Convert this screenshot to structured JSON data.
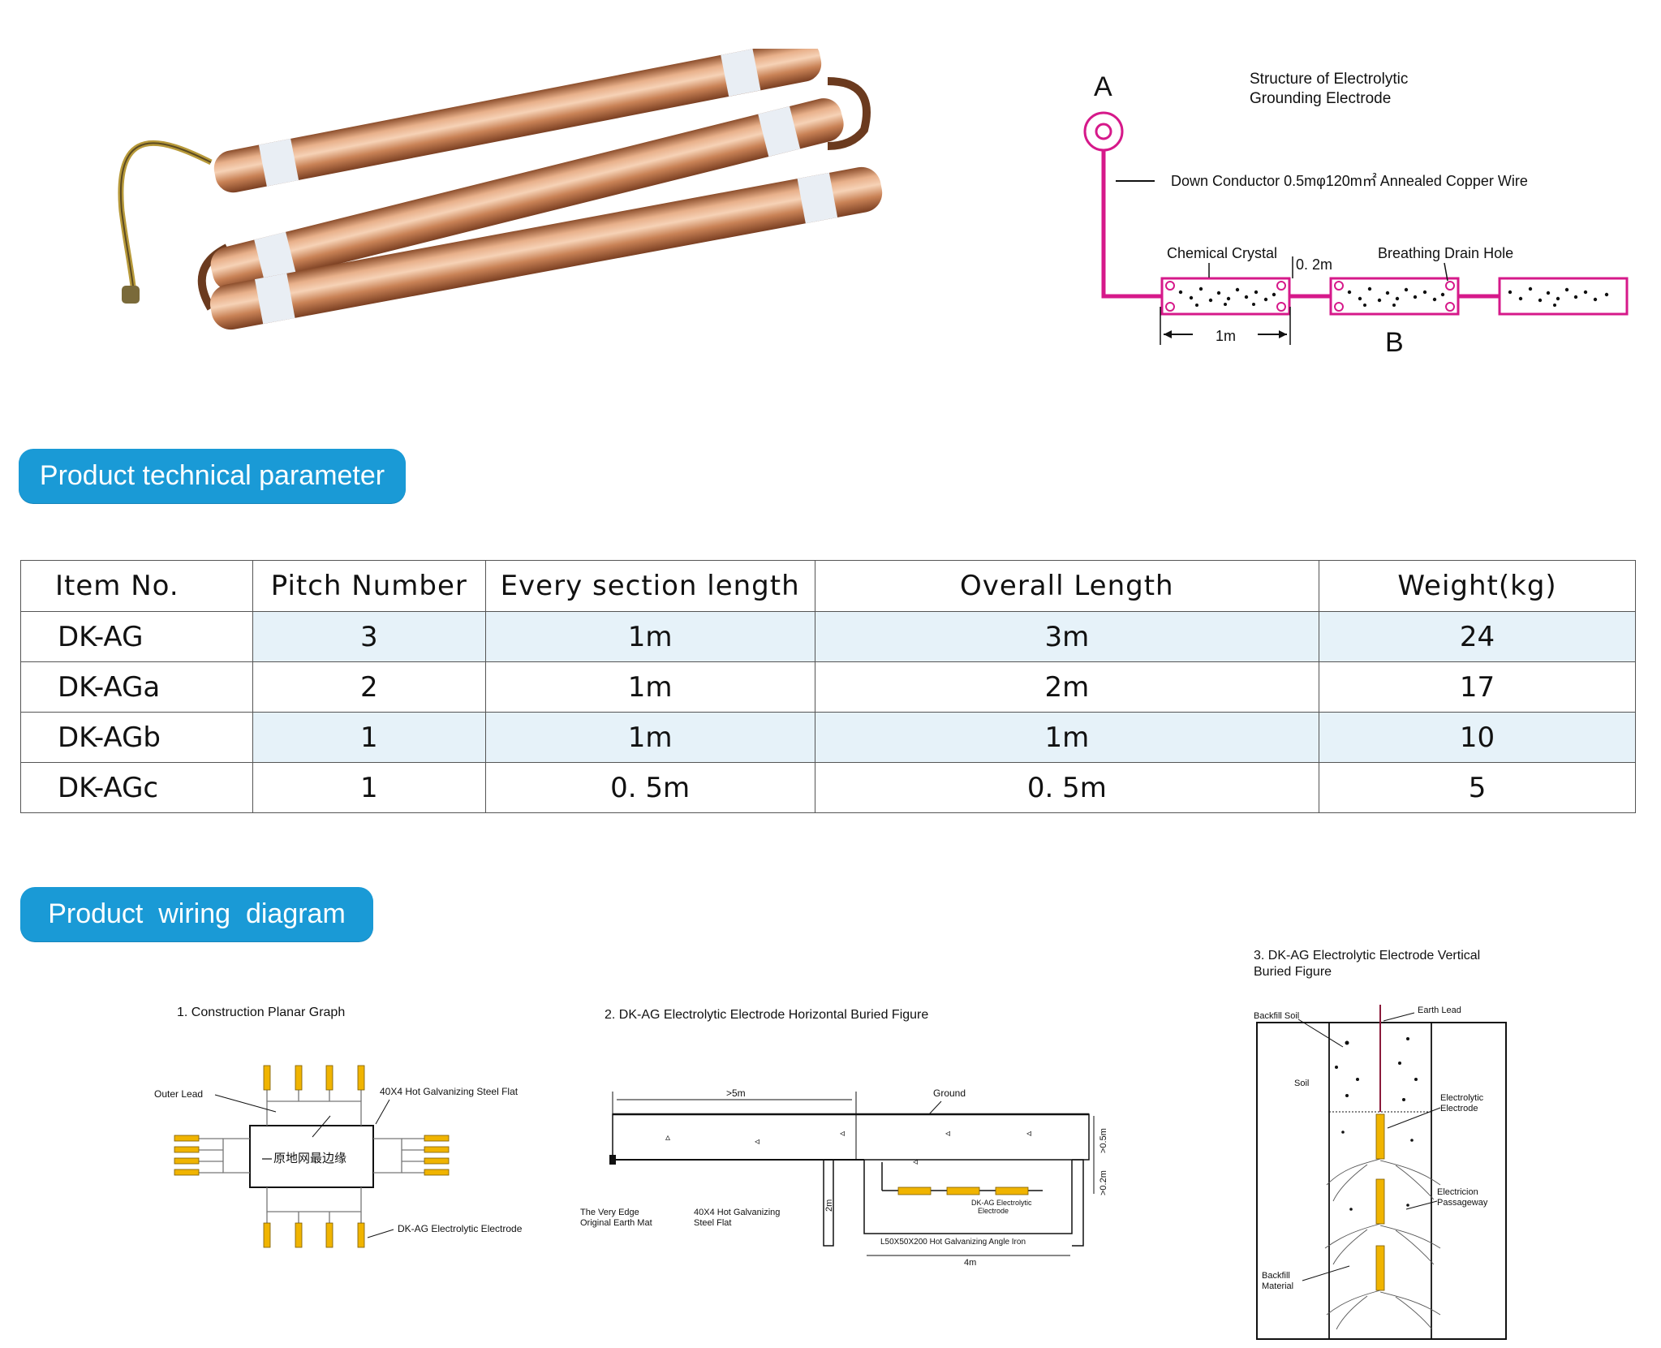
{
  "structure_diagram": {
    "title_line1": "Structure of Electrolytic",
    "title_line2": "Grounding Electrode",
    "label_a": "A",
    "label_b": "B",
    "down_conductor": "Down Conductor 0.5mφ120m㎡ Annealed Copper Wire",
    "chemical_crystal": "Chemical Crystal",
    "gap": "0. 2m",
    "breathing_hole": "Breathing Drain Hole",
    "section_length": "1m"
  },
  "params_section": {
    "heading": "Product technical parameter"
  },
  "spec_table": {
    "headers": [
      "Item No.",
      "Pitch Number",
      "Every section length",
      "Overall Length",
      "Weight(kg)"
    ],
    "rows": [
      {
        "item": "DK-AG",
        "pitch": "3",
        "section": "1m",
        "overall": "3m",
        "weight": "24"
      },
      {
        "item": "DK-AGa",
        "pitch": "2",
        "section": "1m",
        "overall": "2m",
        "weight": "17"
      },
      {
        "item": "DK-AGb",
        "pitch": "1",
        "section": "1m",
        "overall": "1m",
        "weight": "10"
      },
      {
        "item": "DK-AGc",
        "pitch": "1",
        "section": "0. 5m",
        "overall": "0. 5m",
        "weight": "5"
      }
    ]
  },
  "wiring_section": {
    "heading": "Product  wiring  diagram"
  },
  "figure1": {
    "title": "1. Construction Planar Graph",
    "outer_lead": "Outer Lead",
    "steel_flat": "40X4 Hot Galvanizing Steel Flat",
    "center": "原地网最边缘",
    "electrode": "DK-AG Electrolytic Electrode"
  },
  "figure2": {
    "title": "2. DK-AG Electrolytic Electrode Horizontal Buried Figure",
    "dist": ">5m",
    "ground": "Ground",
    "edge_1": "The Very Edge",
    "edge_2": "Original Earth Mat",
    "flat_1": "40X4 Hot Galvanizing",
    "flat_2": "Steel Flat",
    "depth": "2m",
    "electrode_1": "DK-AG Electrolytic",
    "electrode_2": "Electrode",
    "angle_iron": "L50X50X200 Hot Galvanizing Angle Iron",
    "width": "4m",
    "dim_top": ">0.5m",
    "dim_bottom": ">0.2m"
  },
  "figure3": {
    "title_1": "3. DK-AG Electrolytic Electrode Vertical",
    "title_2": "Buried Figure",
    "backfill_soil": "Backfill Soil",
    "earth_lead": "Earth Lead",
    "soil": "Soil",
    "electrode_1": "Electrolytic",
    "electrode_2": "Electrode",
    "passage_1": "Electricion",
    "passage_2": "Passageway",
    "backfill_1": "Backfill",
    "backfill_2": "Material"
  },
  "colors": {
    "accent_blue": "#1a9ad6",
    "copper": "#c98a5e",
    "magenta": "#d6198a",
    "electrode_yellow": "#f0b400",
    "table_shade": "#e6f2f9"
  }
}
